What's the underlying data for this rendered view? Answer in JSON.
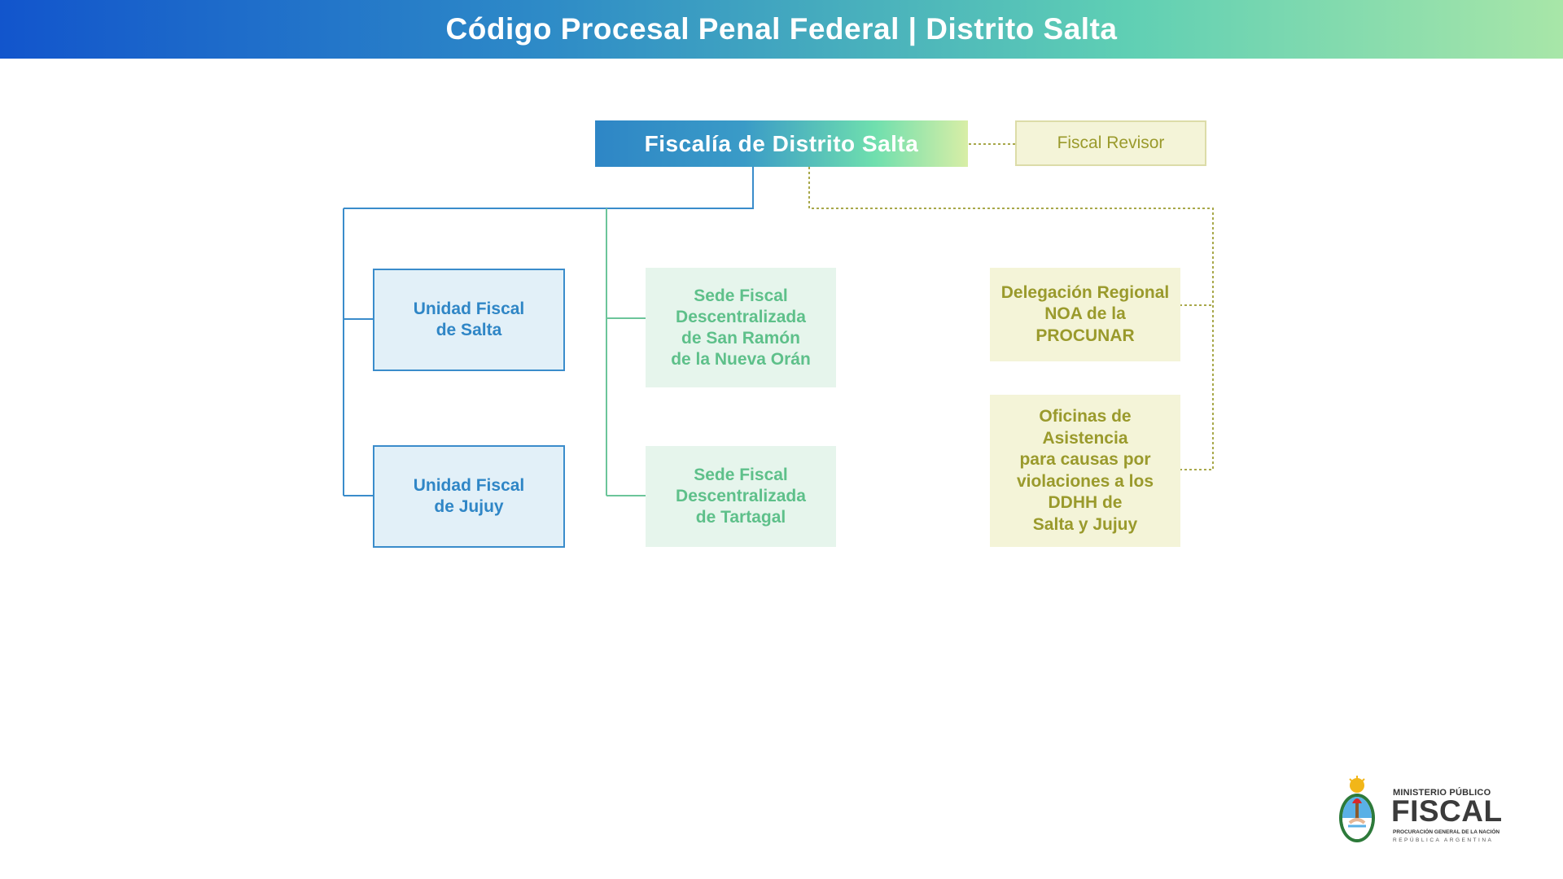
{
  "header": {
    "title": "Código Procesal Penal Federal | Distrito Salta"
  },
  "org": {
    "top": "Fiscalía de Distrito Salta",
    "revisor": "Fiscal Revisor",
    "unidades": [
      "Unidad Fiscal\nde Salta",
      "Unidad Fiscal\nde Jujuy"
    ],
    "sedes": [
      "Sede Fiscal\nDescentralizada\nde San Ramón\nde la Nueva Orán",
      "Sede Fiscal\nDescentralizada\nde Tartagal"
    ],
    "delegacion": "Delegación Regional\nNOA de la\nPROCUNAR",
    "oficinas": "Oficinas de\nAsistencia\npara causas por\nviolaciones a los\nDDHH de\nSalta y Jujuy"
  },
  "logo": {
    "line1": "MINISTERIO PÚBLICO",
    "line2": "FISCAL",
    "line3": "PROCURACIÓN GENERAL DE LA NACIÓN",
    "line4": "REPÚBLICA ARGENTINA"
  },
  "colors": {
    "blue": "#2f86c6",
    "green": "#5ec08a",
    "olive": "#9a9a2c"
  }
}
